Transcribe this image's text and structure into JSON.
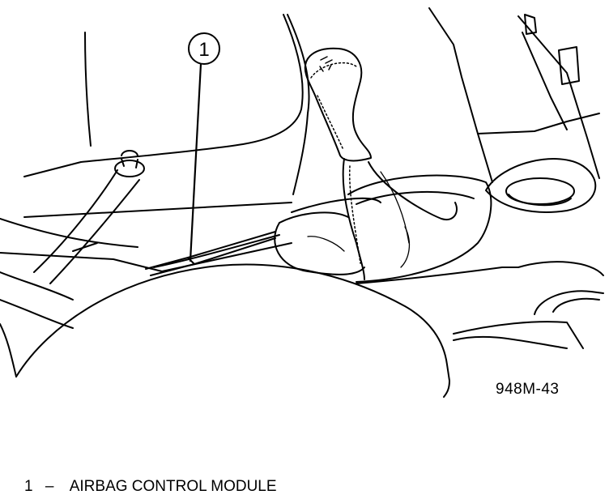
{
  "diagram": {
    "callout_number": "1",
    "figure_code": "948M-43"
  },
  "legend": [
    {
      "number": "1",
      "separator": "–",
      "label": "AIRBAG CONTROL MODULE"
    }
  ],
  "colors": {
    "line": "#000000",
    "background": "#ffffff"
  }
}
